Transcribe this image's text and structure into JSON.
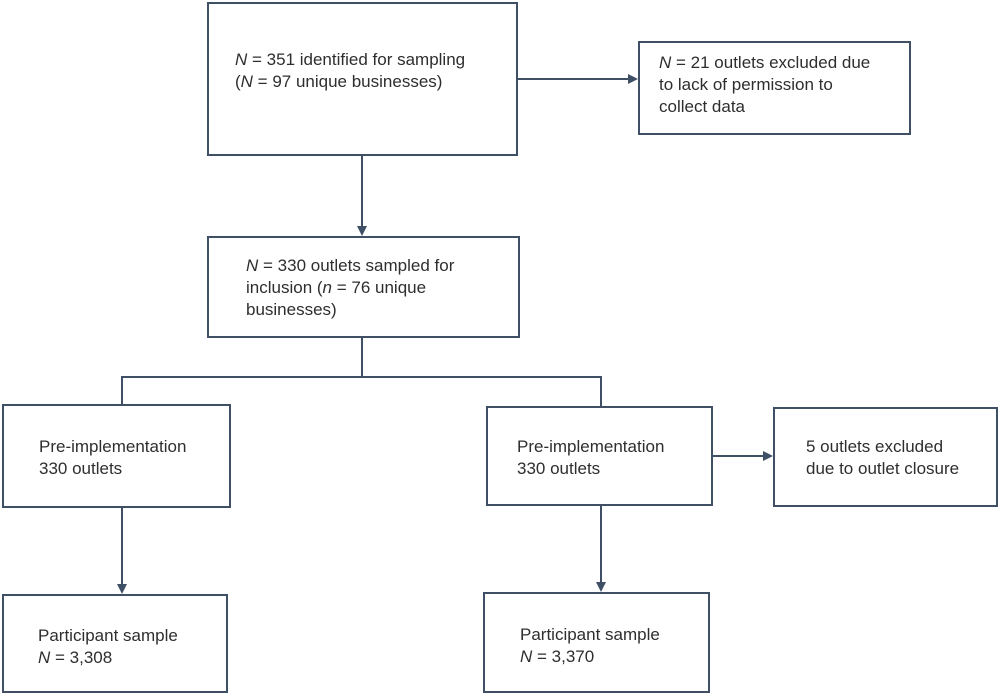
{
  "colors": {
    "line": "#3f4f66",
    "text": "#2e2e2e",
    "background": "#ffffff"
  },
  "flow": {
    "sampling": {
      "line1": {
        "italic": "N",
        "rest": " = 351 identified for sampling"
      },
      "line2": {
        "open": "(",
        "italic": "N",
        "rest": " = 97 unique businesses)"
      }
    },
    "excluded_permission": {
      "line1": {
        "italic": "N",
        "rest": " = 21 outlets excluded due"
      },
      "line2": "to lack of permission to",
      "line3": "collect data"
    },
    "sampled": {
      "line1": {
        "italic": "N",
        "rest": " = 330 outlets sampled for"
      },
      "line2": {
        "before": "inclusion (",
        "italic": "n",
        "rest": " = 76 unique"
      },
      "line3": "businesses)"
    },
    "pre_left": {
      "line1": "Pre-implementation",
      "line2": "330 outlets"
    },
    "pre_right": {
      "line1": "Pre-implementation",
      "line2": "330 outlets"
    },
    "excluded_closure": {
      "line1": "5 outlets excluded",
      "line2": "due to outlet closure"
    },
    "participants_left": {
      "line1": "Participant sample",
      "line2": {
        "italic": "N",
        "rest": " = 3,308"
      }
    },
    "participants_right": {
      "line1": "Participant sample",
      "line2": {
        "italic": "N",
        "rest": " = 3,370"
      }
    }
  }
}
